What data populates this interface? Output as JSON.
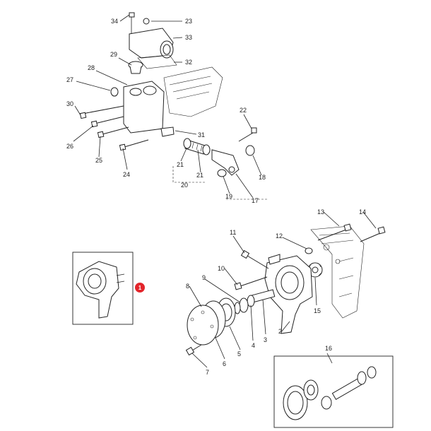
{
  "callouts": {
    "c1": "1",
    "c2": "2",
    "c3": "3",
    "c4": "4",
    "c5": "5",
    "c6": "6",
    "c7": "7",
    "c8": "8",
    "c9": "9",
    "c10": "10",
    "c11": "11",
    "c12": "12",
    "c13": "13",
    "c14": "14",
    "c15": "15",
    "c16": "16",
    "c17": "17",
    "c18": "18",
    "c19": "19",
    "c20": "20",
    "c21a": "21",
    "c21b": "21",
    "c22": "22",
    "c23": "23",
    "c24": "24",
    "c25": "25",
    "c26": "26",
    "c27": "27",
    "c28": "28",
    "c29": "29",
    "c30": "30",
    "c31": "31",
    "c32": "32",
    "c33": "33",
    "c34": "34"
  },
  "colors": {
    "badge": "#e3252b",
    "ink": "#222222"
  },
  "icons": {
    "badge": "red-circle-badge"
  }
}
